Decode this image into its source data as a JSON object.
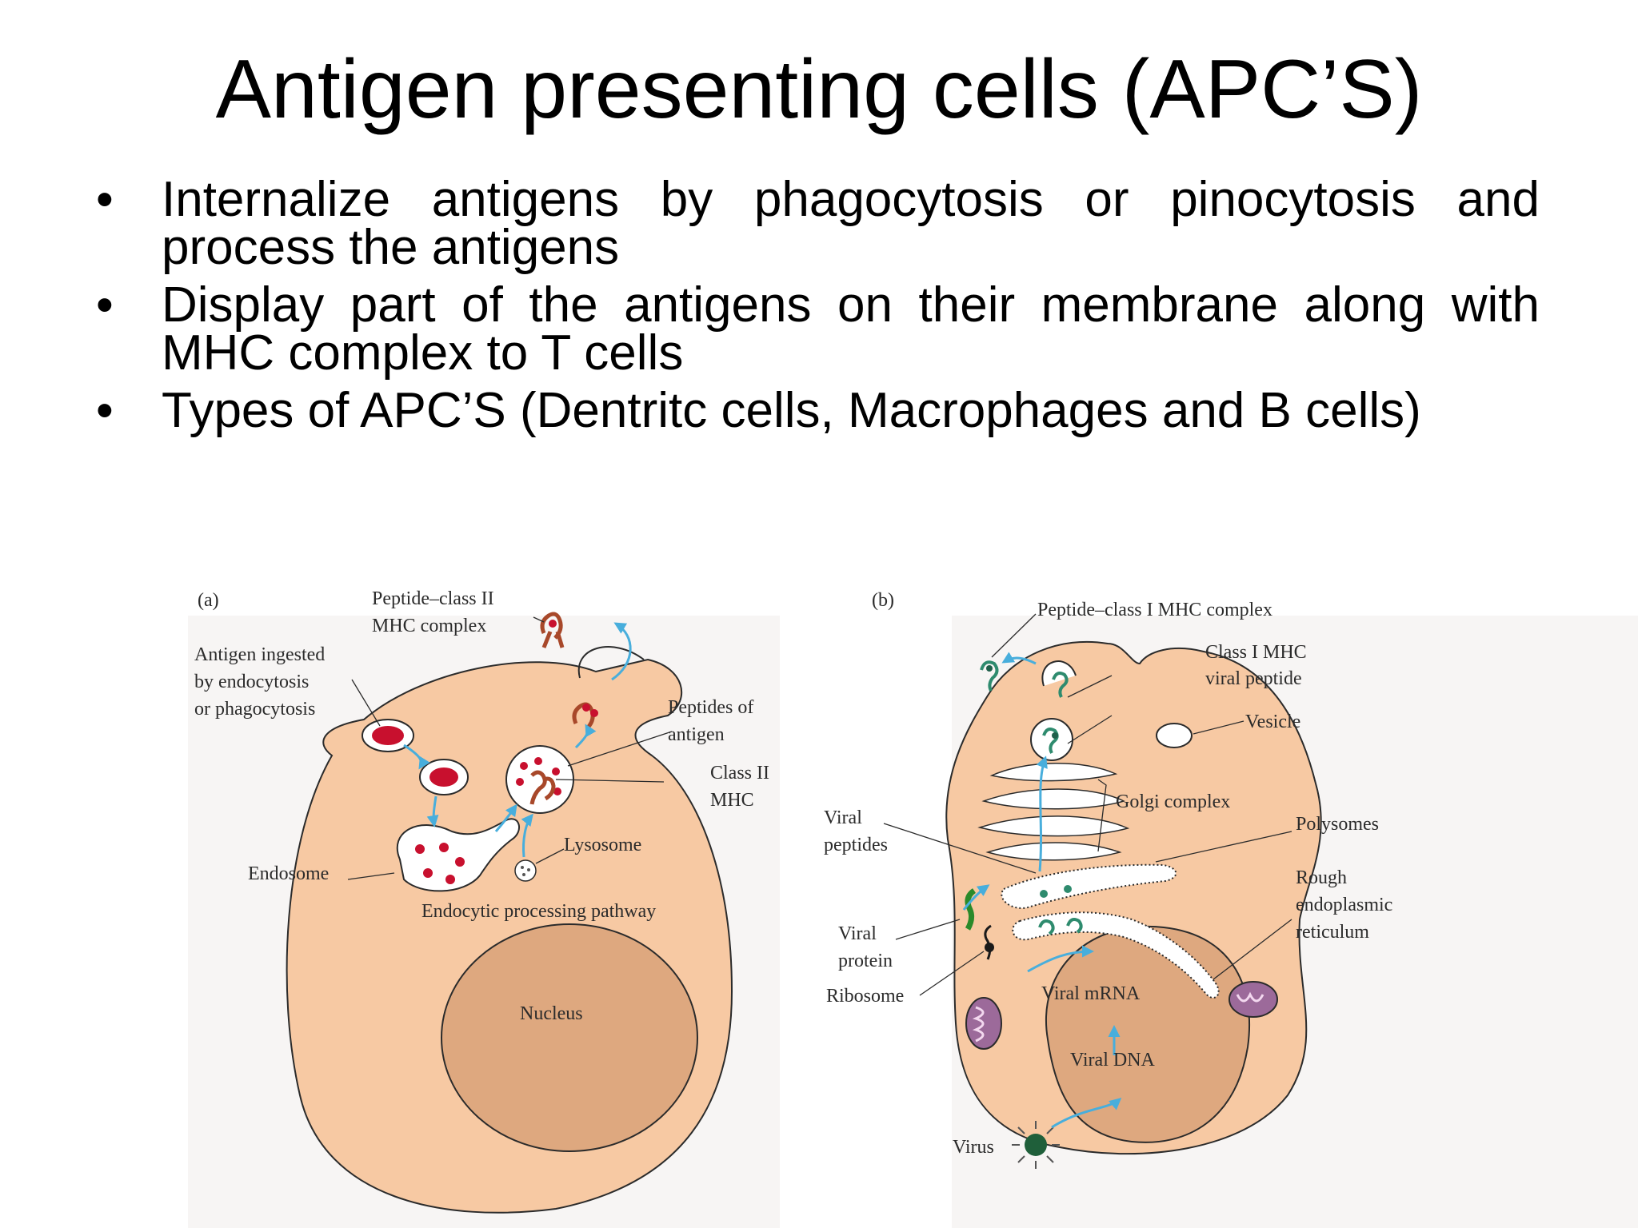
{
  "slide": {
    "title": "Antigen presenting cells (APC’S)",
    "bullet_glyph": "•",
    "bullets": [
      "Internalize antigens by  phagocytosis or pinocytosis and process the antigens",
      "Display part of the antigens on their membrane along with MHC complex to T cells",
      "Types of APC’S (Dentritc cells, Macrophages and B cells)"
    ]
  },
  "diagram": {
    "panel_a": {
      "tag": "(a)",
      "labels": {
        "peptide_class2_1": "Peptide–class II",
        "peptide_class2_2": "MHC complex",
        "antigen_ingested_1": "Antigen ingested",
        "antigen_ingested_2": "by endocytosis",
        "antigen_ingested_3": "or phagocytosis",
        "peptides_of_1": "Peptides of",
        "peptides_of_2": "antigen",
        "class2_1": "Class II",
        "class2_2": "MHC",
        "lysosome": "Lysosome",
        "endosome": "Endosome",
        "pathway": "Endocytic processing pathway",
        "nucleus": "Nucleus"
      }
    },
    "panel_b": {
      "tag": "(b)",
      "labels": {
        "peptide_class1": "Peptide–class I MHC complex",
        "class1_1": "Class I MHC",
        "class1_2": "viral peptide",
        "vesicle": "Vesicle",
        "golgi": "Golgi complex",
        "polysomes": "Polysomes",
        "viral_peptides_1": "Viral",
        "viral_peptides_2": "peptides",
        "rough_er_1": "Rough",
        "rough_er_2": "endoplasmic",
        "rough_er_3": "reticulum",
        "viral_protein_1": "Viral",
        "viral_protein_2": "protein",
        "ribosome": "Ribosome",
        "viral_mrna": "Viral mRNA",
        "viral_dna": "Viral DNA",
        "virus": "Virus"
      }
    },
    "colors": {
      "cytoplasm": "#f7c9a3",
      "nucleus": "#dea87f",
      "arrow": "#48aedc",
      "antigen": "#c8102e",
      "mhc2": "#a8482a",
      "mhc1": "#2e8b6e",
      "mitochondria": "#9c6a9a"
    }
  }
}
